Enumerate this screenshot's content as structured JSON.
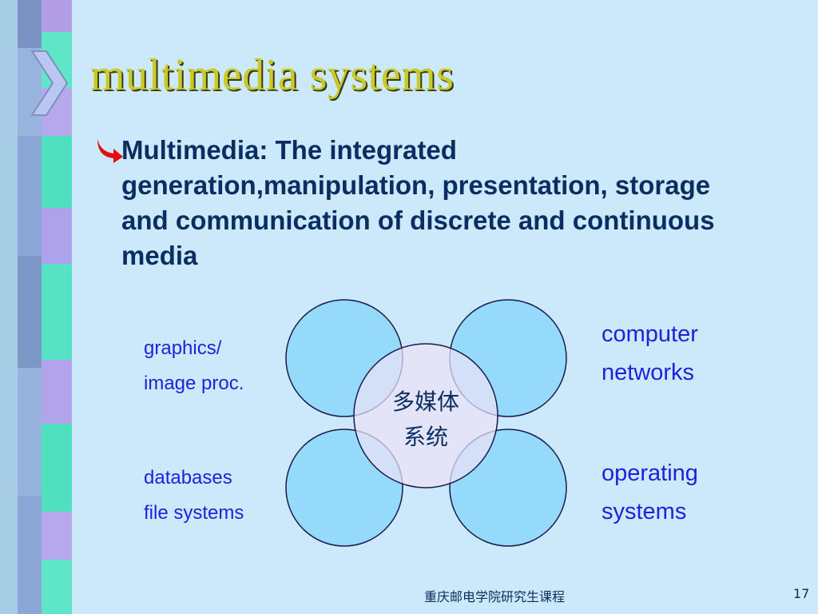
{
  "slide": {
    "title": "multimedia systems",
    "bullet_text": "Multimedia: The integrated generation,manipulation, presentation, storage and communication of discrete and continuous media",
    "center_label_line1": "多媒体",
    "center_label_line2": "系统",
    "label_top_left": "graphics/\nimage proc.",
    "label_top_right": "computer\nnetworks",
    "label_bottom_left": "databases\nfile systems",
    "label_bottom_right": "operating\nsystems",
    "footer_text": "重庆邮电学院研究生课程",
    "page_number": "17"
  },
  "colors": {
    "background": "#cce9fb",
    "title": "#c9c92a",
    "body_text": "#0b2e62",
    "diagram_labels": "#2020e0",
    "outer_circle_fill": "#8fd8fb",
    "center_circle_fill": "#ece2f7",
    "bullet_arrow": "#e01010"
  }
}
